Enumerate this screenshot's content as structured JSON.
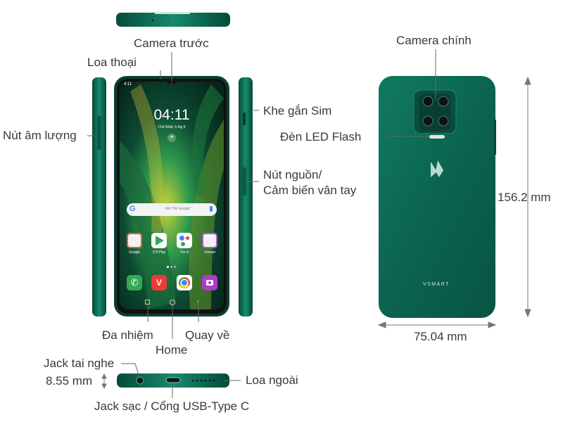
{
  "labels": {
    "front_camera": "Camera trước",
    "earpiece": "Loa thoại",
    "volume": "Nút âm lượng",
    "sim": "Khe gắn Sim",
    "power_line1": "Nút nguồn/",
    "power_line2": "Cảm biến vân tay",
    "multitask": "Đa nhiệm",
    "home": "Home",
    "back": "Quay về",
    "main_camera": "Camera chính",
    "flash": "Đèn LED Flash",
    "height": "156.2 mm",
    "width": "75.04 mm",
    "headphone": "Jack tai nghe",
    "thickness": "8.55 mm",
    "speaker": "Loa ngoài",
    "usb": "Jack sạc / Cổng USB-Type C"
  },
  "screen": {
    "status_time": "4:11",
    "clock": "04:11",
    "date": "Chủ Nhật, 5 thg 9",
    "search_placeholder": "Nói \"Ok Google\"",
    "apps": [
      "Google",
      "CH Play",
      "Trợ lý",
      "Vsmart"
    ]
  },
  "brand": "VSMART",
  "colors": {
    "body": "#0d6e57",
    "body_dark": "#064a3a",
    "accent": "#1a8a6e"
  }
}
